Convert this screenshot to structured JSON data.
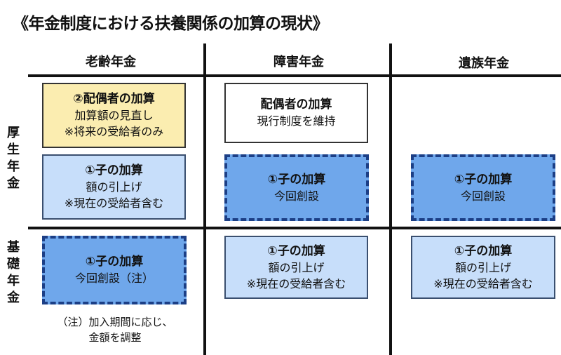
{
  "title": "《年金制度における扶養関係の加算の現状》",
  "columns": [
    "老齢年金",
    "障害年金",
    "遺族年金"
  ],
  "rows": [
    "厚生年金",
    "基礎年金"
  ],
  "cells": {
    "kosei_rorei_spouse": {
      "title": "②配偶者の加算",
      "lines": [
        "加算額の見直し",
        "※将来の受給者のみ"
      ]
    },
    "kosei_rorei_child": {
      "title": "①子の加算",
      "lines": [
        "額の引上げ",
        "※現在の受給者含む"
      ]
    },
    "kosei_shogai_spouse": {
      "title": "配偶者の加算",
      "lines": [
        "現行制度を維持"
      ]
    },
    "kosei_shogai_child": {
      "title": "①子の加算",
      "lines": [
        "今回創設"
      ]
    },
    "kosei_izoku_child": {
      "title": "①子の加算",
      "lines": [
        "今回創設"
      ]
    },
    "kiso_rorei_child": {
      "title": "①子の加算",
      "lines": [
        "今回創設（注）"
      ]
    },
    "kiso_shogai_child": {
      "title": "①子の加算",
      "lines": [
        "額の引上げ",
        "※現在の受給者含む"
      ]
    },
    "kiso_izoku_child": {
      "title": "①子の加算",
      "lines": [
        "額の引上げ",
        "※現在の受給者含む"
      ]
    }
  },
  "note": [
    "（注）加入期間に応じ、",
    "金額を調整"
  ],
  "colors": {
    "yellow_box": "#fbedb0",
    "light_blue_box": "#c7defa",
    "new_box_fill": "#6fa7eb",
    "new_box_dash": "#1c3f86"
  }
}
